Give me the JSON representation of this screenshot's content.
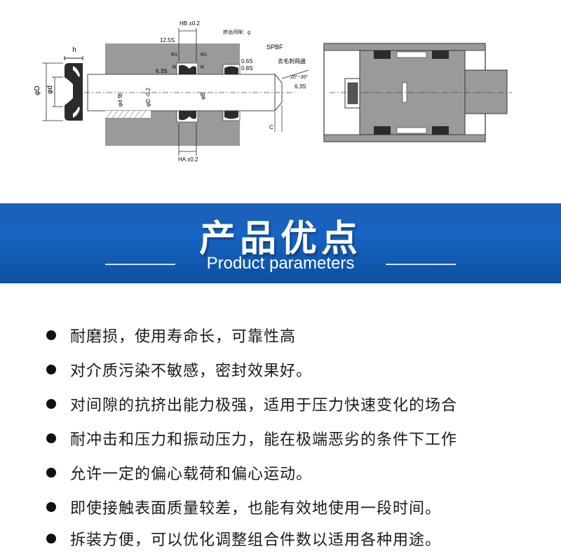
{
  "diagram": {
    "labels": {
      "hb": "HB ±0.2",
      "ha": "HA ±0.2",
      "s125": "12.5S",
      "gap": "挤出间隙：g",
      "r1a": "R1",
      "r1b": "R1",
      "ra": "R",
      "rb": "R",
      "s63a": "6.3S",
      "s06": "0.6S",
      "s08": "0.8S",
      "spbf": "SPBF",
      "deburr": "去毛刺飛邊",
      "angle": "20°~30°",
      "s63b": "6.3S",
      "c": "C",
      "phiD": "φD",
      "phid": "φd",
      "h": "h",
      "phid18": "φd f8",
      "phiD2": "φD -0.2",
      "phiB": "φB"
    }
  },
  "banner": {
    "title": "产品优点",
    "subtitle": "Product parameters"
  },
  "bullets": [
    "耐磨损，使用寿命长，可靠性高",
    "对介质污染不敏感，密封效果好。",
    "对间隙的抗挤出能力极强，适用于压力快速变化的场合",
    "耐冲击和压力和振动压力，能在极端恶劣的条件下工作",
    "允许一定的偏心载荷和偏心运动。",
    "即使接触表面质量较差，也能有效地使用一段时间。",
    "拆装方便，可以优化调整组合件数以适用各种用途。"
  ],
  "colors": {
    "banner_top": "#1b5fb5",
    "banner_bottom": "#0d4f9f",
    "housing_gray": "#9a9a9a",
    "seal_dark": "#2b2b2b"
  }
}
